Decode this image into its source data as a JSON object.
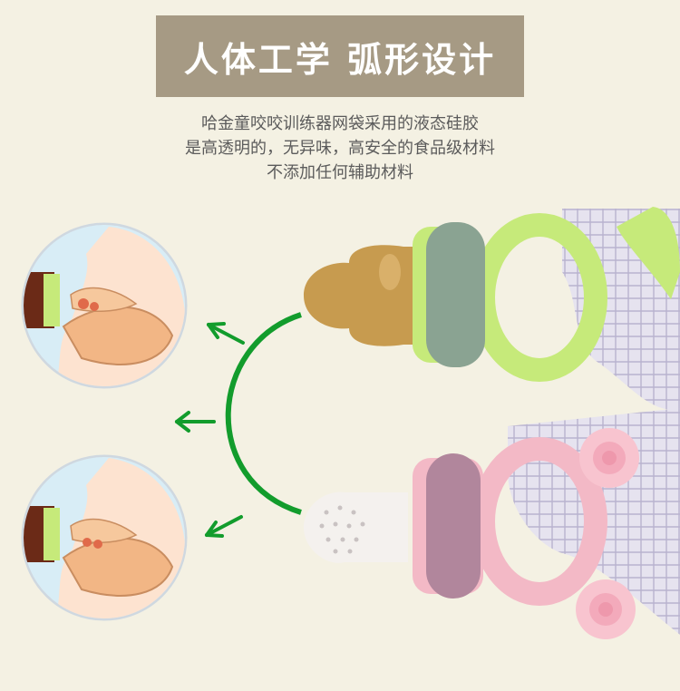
{
  "title": "人体工学 弧形设计",
  "description": {
    "line1": "哈金童咬咬训练器网袋采用的液态硅胶",
    "line2": "是高透明的，无异味，高安全的食品级材料",
    "line3": "不添加任何辅助材料"
  },
  "colors": {
    "title_bg": "#a69a84",
    "background": "#f4f1e3",
    "arc_green": "#129c2c",
    "green_teether": "#c6ea7a",
    "pink_teether": "#f3b9c6"
  },
  "icons": [
    "arrow-left-icon",
    "arrow-left-icon",
    "arrow-left-icon"
  ]
}
